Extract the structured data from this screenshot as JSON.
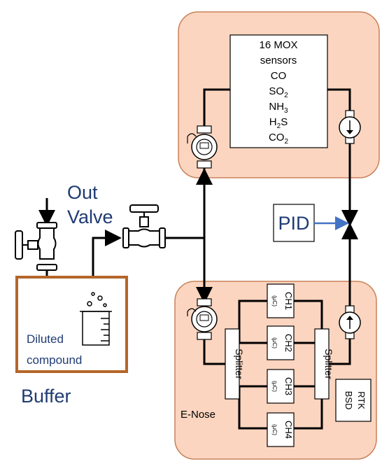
{
  "sensor_box": {
    "lines": [
      "16 MOX",
      "sensors",
      "CO",
      "SO",
      "NH",
      "H",
      "CO"
    ],
    "subscripts": {
      "so2": "2",
      "nh3": "3",
      "h2s": "2",
      "h2s_tail": "S",
      "co2": "2"
    }
  },
  "out_valve": {
    "line1": "Out",
    "line2": "Valve"
  },
  "pid": {
    "label": "PID"
  },
  "buffer": {
    "label": "Buffer",
    "compound_line1": "Diluted",
    "compound_line2": "compound"
  },
  "enose": {
    "label": "E-Nose",
    "splitter_left": "Splitter",
    "splitter_right": "Splitter",
    "channels": [
      {
        "name": "CH1",
        "unit": "(µC)"
      },
      {
        "name": "CH2",
        "unit": "(µC)"
      },
      {
        "name": "CH3",
        "unit": "(µC)"
      },
      {
        "name": "CH4",
        "unit": "(µC)"
      }
    ],
    "rtk_line1": "RTK",
    "rtk_line2": "BSD"
  },
  "colors": {
    "panel_fill": "#fbd5bf",
    "panel_stroke": "#c9825a",
    "buffer_border": "#b4662a",
    "label_blue": "#1f3b73",
    "arrow_blue": "#4472c4"
  }
}
